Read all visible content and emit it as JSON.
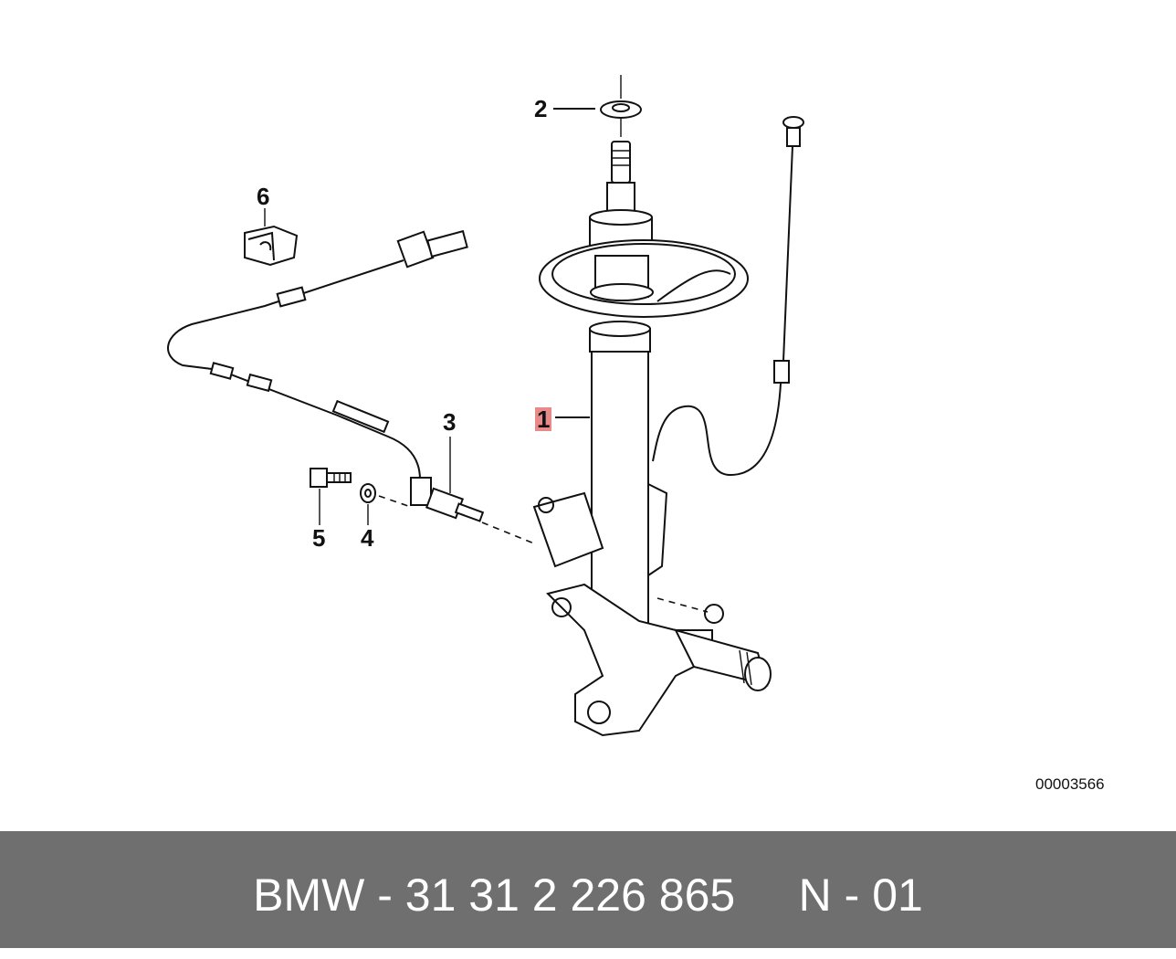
{
  "callouts": [
    {
      "id": "1",
      "label": "1",
      "highlighted": true
    },
    {
      "id": "2",
      "label": "2",
      "highlighted": false
    },
    {
      "id": "3",
      "label": "3",
      "highlighted": false
    },
    {
      "id": "4",
      "label": "4",
      "highlighted": false
    },
    {
      "id": "5",
      "label": "5",
      "highlighted": false
    },
    {
      "id": "6",
      "label": "6",
      "highlighted": false
    }
  ],
  "diagram_id": "00003566",
  "footer": {
    "text": "BMW - 31 31 2 226 865     N - 01",
    "background": "#6f6f6f",
    "color": "#ffffff"
  },
  "highlight_color": "#e88a8a"
}
